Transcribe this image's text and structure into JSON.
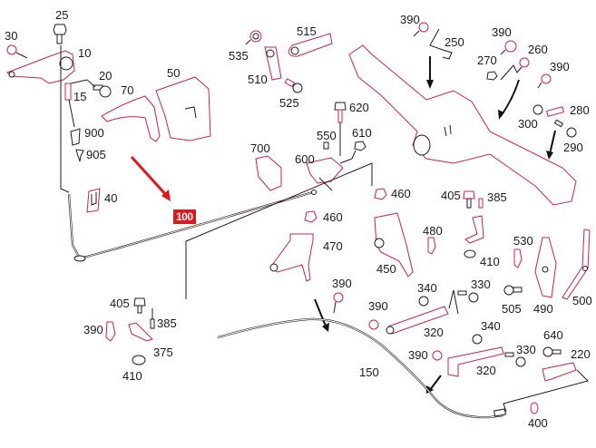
{
  "diagram": {
    "title": "Parking brake / handbrake cable assembly parts diagram",
    "highlight_color": "#e0161b",
    "line_color": "#2a1520",
    "highlighted_part": "100",
    "callouts": [
      {
        "id": "c25",
        "label": "25"
      },
      {
        "id": "c30",
        "label": "30"
      },
      {
        "id": "c10",
        "label": "10"
      },
      {
        "id": "c20",
        "label": "20"
      },
      {
        "id": "c15",
        "label": "15"
      },
      {
        "id": "c70",
        "label": "70"
      },
      {
        "id": "c50",
        "label": "50"
      },
      {
        "id": "c900",
        "label": "900"
      },
      {
        "id": "c905",
        "label": "905"
      },
      {
        "id": "c40",
        "label": "40"
      },
      {
        "id": "c100",
        "label": "100"
      },
      {
        "id": "c535",
        "label": "535"
      },
      {
        "id": "c515",
        "label": "515"
      },
      {
        "id": "c510",
        "label": "510"
      },
      {
        "id": "c525",
        "label": "525"
      },
      {
        "id": "c620",
        "label": "620"
      },
      {
        "id": "c550",
        "label": "550"
      },
      {
        "id": "c610",
        "label": "610"
      },
      {
        "id": "c700",
        "label": "700"
      },
      {
        "id": "c600",
        "label": "600"
      },
      {
        "id": "c390a",
        "label": "390"
      },
      {
        "id": "c250",
        "label": "250"
      },
      {
        "id": "c390b",
        "label": "390"
      },
      {
        "id": "c260",
        "label": "260"
      },
      {
        "id": "c270",
        "label": "270"
      },
      {
        "id": "c390c",
        "label": "390"
      },
      {
        "id": "c300",
        "label": "300"
      },
      {
        "id": "c280",
        "label": "280"
      },
      {
        "id": "c290",
        "label": "290"
      },
      {
        "id": "c460a",
        "label": "460"
      },
      {
        "id": "c460b",
        "label": "460"
      },
      {
        "id": "c470",
        "label": "470"
      },
      {
        "id": "c405a",
        "label": "405"
      },
      {
        "id": "c385a",
        "label": "385"
      },
      {
        "id": "c480",
        "label": "480"
      },
      {
        "id": "c450",
        "label": "450"
      },
      {
        "id": "c410a",
        "label": "410"
      },
      {
        "id": "c530",
        "label": "530"
      },
      {
        "id": "c490",
        "label": "490"
      },
      {
        "id": "c505",
        "label": "505"
      },
      {
        "id": "c500",
        "label": "500"
      },
      {
        "id": "c340a",
        "label": "340"
      },
      {
        "id": "c330a",
        "label": "330"
      },
      {
        "id": "c390d",
        "label": "390"
      },
      {
        "id": "c390e",
        "label": "390"
      },
      {
        "id": "c320a",
        "label": "320"
      },
      {
        "id": "c340b",
        "label": "340"
      },
      {
        "id": "c390f",
        "label": "390"
      },
      {
        "id": "c320b",
        "label": "320"
      },
      {
        "id": "c330b",
        "label": "330"
      },
      {
        "id": "c640",
        "label": "640"
      },
      {
        "id": "c220",
        "label": "220"
      },
      {
        "id": "c150",
        "label": "150"
      },
      {
        "id": "c400",
        "label": "400"
      },
      {
        "id": "c405b",
        "label": "405"
      },
      {
        "id": "c390g",
        "label": "390"
      },
      {
        "id": "c385b",
        "label": "385"
      },
      {
        "id": "c375",
        "label": "375"
      },
      {
        "id": "c410b",
        "label": "410"
      }
    ]
  }
}
